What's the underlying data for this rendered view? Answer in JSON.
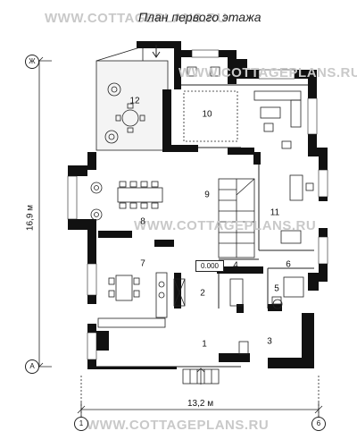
{
  "title": "План первого этажа",
  "watermarks": [
    "WWW.COTTAGEPLANS.RU",
    "WWW.COTTAGEPLANS.RU",
    "WWW.COTTAGEPLANS.RU",
    "WWW.COTTAGEPLANS.RU"
  ],
  "rooms": [
    "1",
    "2",
    "3",
    "4",
    "5",
    "6",
    "7",
    "8",
    "9",
    "10",
    "11",
    "12"
  ],
  "dimensions": {
    "depth": "16,9 м",
    "width": "13,2 м"
  },
  "axes": {
    "top": "Ж",
    "bottom": "А",
    "left": "1",
    "right": "6"
  },
  "level_mark": "0.000",
  "colors": {
    "wall": "#111111",
    "line": "#222222",
    "watermark": "#c9c9c9",
    "terrace": "#f4f4f4"
  }
}
